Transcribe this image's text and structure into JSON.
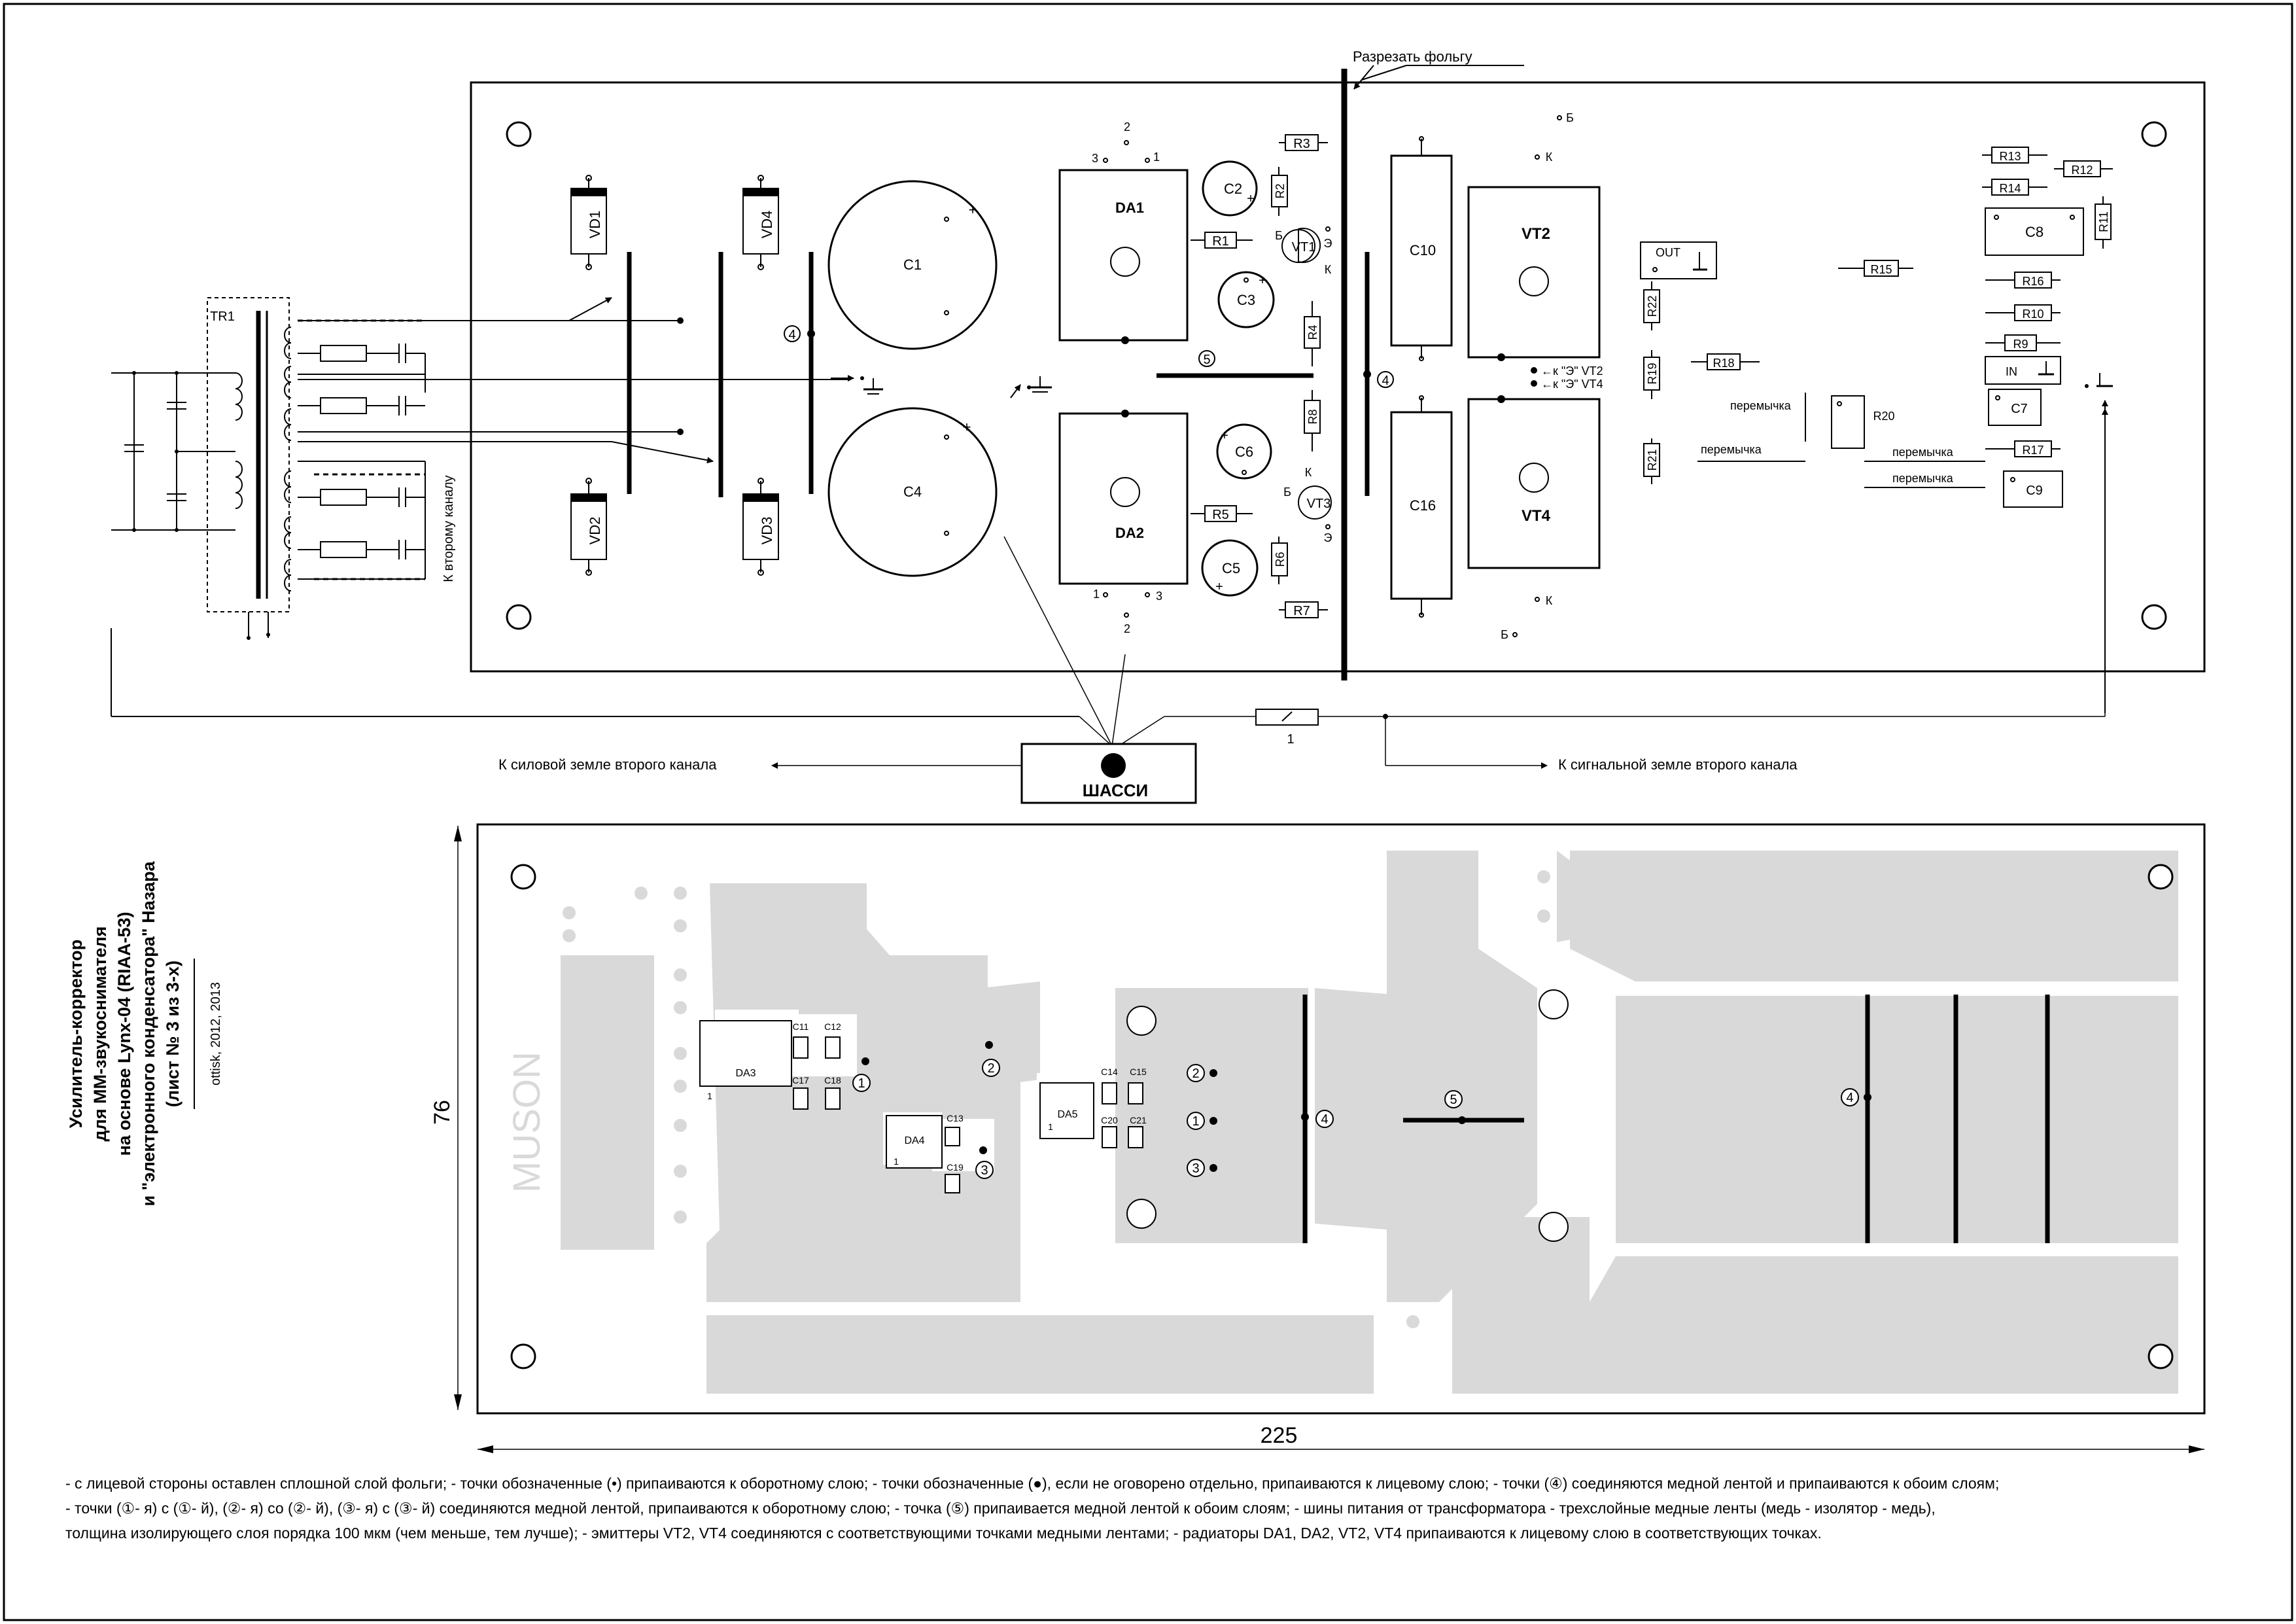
{
  "top_board": {
    "cut_foil_label": "Разрезать фольгу",
    "components": {
      "rectifiers": [
        "VD1",
        "VD2",
        "VD3",
        "VD4"
      ],
      "big_caps": [
        "C1",
        "C4"
      ],
      "regulators": [
        "DA1",
        "DA2"
      ],
      "small_caps": [
        "C2",
        "C3",
        "C5",
        "C6"
      ],
      "right_caps": [
        "C10",
        "C16"
      ],
      "power_transistors": [
        "VT2",
        "VT4"
      ],
      "small_transistors": [
        "VT1",
        "VT3"
      ],
      "resistors_mid": [
        "R1",
        "R2",
        "R3",
        "R4",
        "R5",
        "R6",
        "R7",
        "R8"
      ],
      "resistors_right": [
        "R9",
        "R10",
        "R11",
        "R12",
        "R13",
        "R14",
        "R15",
        "R16",
        "R17",
        "R18",
        "R19",
        "R20",
        "R21",
        "R22"
      ],
      "right_caps_small": [
        "C7",
        "C8",
        "C9"
      ]
    },
    "transformer": "TR1",
    "connectors": {
      "out": "OUT",
      "in": "IN"
    },
    "pin_labels": {
      "b": "Б",
      "k": "К",
      "e": "Э",
      "p1": "1",
      "p2": "2",
      "p3": "3"
    },
    "emitter_notes": [
      "←к \"Э\" VT2",
      "←к \"Э\" VT4"
    ],
    "jumper_label": "перемычка",
    "second_channel_label": "К второму каналу",
    "markers": {
      "m4": "4",
      "m5": "5"
    },
    "plus": "+"
  },
  "chassis": {
    "label": "ШАССИ",
    "power_ground_label": "К силовой земле второго канала",
    "signal_ground_label": "К сигнальной земле второго канала",
    "resistor_value": "1"
  },
  "bottom_board": {
    "components": [
      "DA3",
      "DA4",
      "DA5",
      "C11",
      "C12",
      "C13",
      "C14",
      "C15",
      "C17",
      "C18",
      "C19",
      "C20",
      "C21"
    ],
    "pin1": "1",
    "watermark": "MUSON",
    "markers": [
      "1",
      "2",
      "3",
      "4",
      "5"
    ]
  },
  "dimensions": {
    "width": "225",
    "height": "76"
  },
  "title_block": {
    "lines": [
      "Усилитель-корректор",
      "для ММ-звукоснимателя",
      "на основе Lynx-04 (RIAA-53)",
      "и \"электронного конденсатора\" Назара",
      "(лист № 3 из 3-х)"
    ],
    "author": "ottisk, 2012, 2013"
  },
  "notes": [
    "- с лицевой стороны оставлен сплошной слой фольги; - точки обозначенные (•) припаиваются к оборотному слою; - точки обозначенные (●), если не оговорено отдельно, припаиваются к лицевому слою; - точки (④) соединяются медной лентой и припаиваются к обоим слоям;",
    "- точки (①- я) с (①- й), (②- я) со (②- й), (③- я) с (③- й) соединяются медной лентой, припаиваются к оборотному слою;  - точка (⑤) припаивается медной лентой к обоим слоям;  - шины питания от трансформатора - трехслойные медные ленты (медь - изолятор - медь),",
    "толщина изолирующего слоя порядка 100 мкм (чем меньше, тем лучше); - эмиттеры VT2, VT4 соединяются с соответствующими точками медными лентами; - радиаторы DA1, DA2, VT2, VT4 припаиваются к лицевому слою в соответствующих точках."
  ],
  "colors": {
    "ink": "#000000",
    "copper_fill": "#d9d9d9",
    "background": "#ffffff"
  }
}
